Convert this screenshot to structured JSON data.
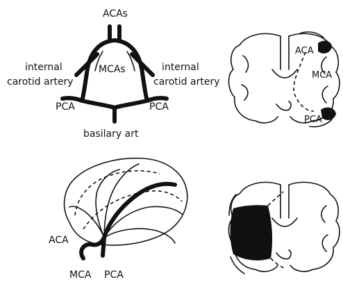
{
  "labels": {
    "acas": "ACAs",
    "mcas": "MCAs",
    "internal_carotid_left_line1": "internal",
    "internal_carotid_left_line2": "carotid artery",
    "internal_carotid_right_line1": "internal",
    "internal_carotid_right_line2": "carotid artery",
    "pca_left": "PCA",
    "pca_right": "PCA",
    "basilary": "basilary art",
    "coronal_aca": "ACA",
    "coronal_mca": "MCA",
    "coronal_pca": "PCA",
    "lateral_aca": "ACA",
    "lateral_mca": "MCA",
    "lateral_pca": "PCA"
  }
}
